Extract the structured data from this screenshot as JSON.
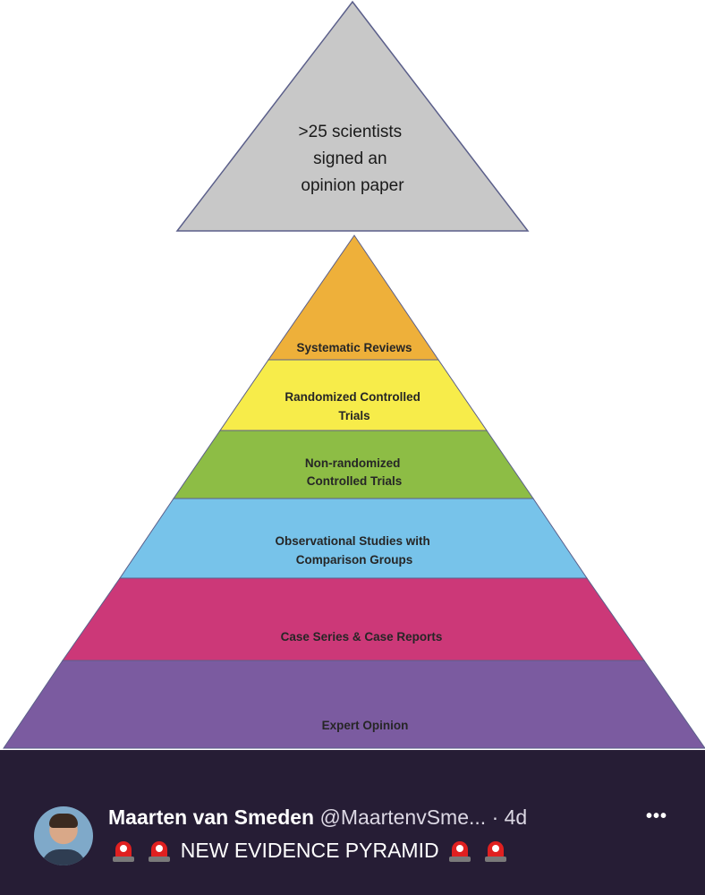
{
  "pyramid": {
    "apex": {
      "lines": [
        ">25 scientists",
        "signed an",
        "opinion  paper"
      ],
      "color": "#c8c8c8"
    },
    "tiers": [
      {
        "lines": [
          "Systematic Reviews"
        ],
        "color": "#eeb03a"
      },
      {
        "lines": [
          "Randomized Controlled",
          "Trials"
        ],
        "color": "#f7ec4a"
      },
      {
        "lines": [
          "Non-randomized",
          "Controlled Trials"
        ],
        "color": "#8dbd45"
      },
      {
        "lines": [
          "Observational Studies with",
          "Comparison Groups"
        ],
        "color": "#77c3ea"
      },
      {
        "lines": [
          "Case Series & Case Reports"
        ],
        "color": "#cc3878"
      },
      {
        "lines": [
          "Expert Opinion"
        ],
        "color": "#7b5ba0"
      }
    ]
  },
  "tweet": {
    "author_name": "Maarten van Smeden",
    "author_handle": "@MaartenvSme...",
    "age": "· 4d",
    "more_label": "•••",
    "text": "NEW EVIDENCE PYRAMID",
    "avatar_label": "",
    "icon": "police-siren-icon"
  }
}
